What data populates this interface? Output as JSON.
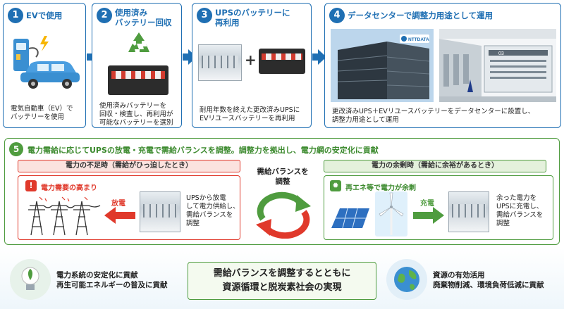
{
  "steps": [
    {
      "num": "1",
      "title_line1": "EVで使用",
      "title_line2": "",
      "desc_lines": [
        "電気自動車（EV）で",
        "バッテリーを使用"
      ]
    },
    {
      "num": "2",
      "title_line1": "使用済み",
      "title_line2": "バッテリー回収",
      "desc_lines": [
        "使用済みバッテリーを",
        "回収・検査し、再利用が",
        "可能なバッテリーを選別"
      ]
    },
    {
      "num": "3",
      "title_line1": "UPSのバッテリーに",
      "title_line2": "再利用",
      "desc_lines": [
        "耐用年数を終えた更改済みUPSに",
        "EVリユースバッテリーを再利用"
      ]
    },
    {
      "num": "4",
      "title_line1": "データセンターで調整力用途として運用",
      "title_line2": "",
      "desc_lines": [
        "更改済みUPS＋EVリユースバッテリーをデータセンターに設置し、",
        "調整力用途として運用"
      ]
    }
  ],
  "step3_plus": "+",
  "ntt_logo": "NTTDATA",
  "rack_label": "03",
  "main": {
    "num": "5",
    "title": "電力需給に応じてUPSの放電・充電で需給バランスを調整。調整力を拠出し、電力網の安定化に貢献",
    "shortage_head": "電力の不足時（需給がひっ迫したとき）",
    "shortage_alert": "電力需要の高まり",
    "discharge_label": "放電",
    "shortage_desc": [
      "UPSから放電",
      "して電力供給し、",
      "需給バランスを",
      "調整"
    ],
    "center_label_lines": [
      "需給バランスを",
      "調整"
    ],
    "surplus_head": "電力の余剰時（需給に余裕があるとき）",
    "surplus_alert": "再エネ等で電力が余剰",
    "charge_label": "充電",
    "surplus_desc": [
      "余った電力を",
      "UPSに充電し、",
      "需給バランスを",
      "調整"
    ]
  },
  "bottom": {
    "left_lines": [
      "電力系統の安定化に貢献",
      "再生可能エネルギーの普及に貢献"
    ],
    "center_lines": [
      "需給バランスを調整するとともに",
      "資源循環と脱炭素社会の実現"
    ],
    "right_lines": [
      "資源の有効活用",
      "廃棄物削減、環境負荷低減に貢献"
    ]
  },
  "colors": {
    "blue": "#1f6fb3",
    "green": "#4f9c3f",
    "red": "#e0392b",
    "pale_red": "#fbe3df",
    "pale_green": "#e4f1dc"
  }
}
